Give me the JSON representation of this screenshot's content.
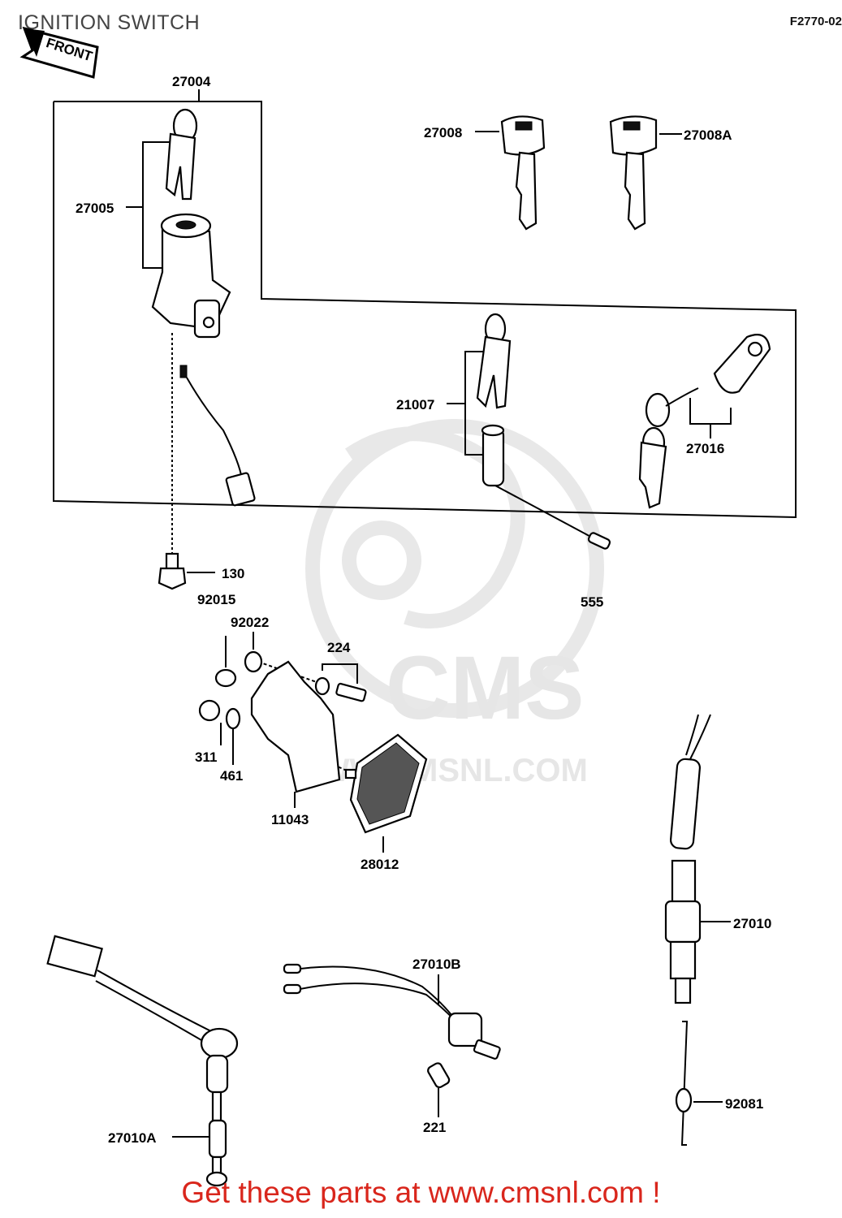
{
  "header": {
    "title": "IGNITION SWITCH",
    "diagram_code": "F2770-02"
  },
  "front_marker": "FRONT",
  "watermark": {
    "brand": "CMS",
    "site": "WWW.CMSNL.COM"
  },
  "parts": [
    {
      "number": "27004"
    },
    {
      "number": "27005"
    },
    {
      "number": "27008"
    },
    {
      "number": "27008A"
    },
    {
      "number": "21007"
    },
    {
      "number": "27016"
    },
    {
      "number": "555"
    },
    {
      "number": "130"
    },
    {
      "number": "92015"
    },
    {
      "number": "92022"
    },
    {
      "number": "224"
    },
    {
      "number": "311"
    },
    {
      "number": "461"
    },
    {
      "number": "11043"
    },
    {
      "number": "28012"
    },
    {
      "number": "27010"
    },
    {
      "number": "27010B"
    },
    {
      "number": "221"
    },
    {
      "number": "27010A"
    },
    {
      "number": "92081"
    }
  ],
  "footer": {
    "link_text": "Get these parts at www.cmsnl.com !",
    "link_color": "#d9261c"
  }
}
